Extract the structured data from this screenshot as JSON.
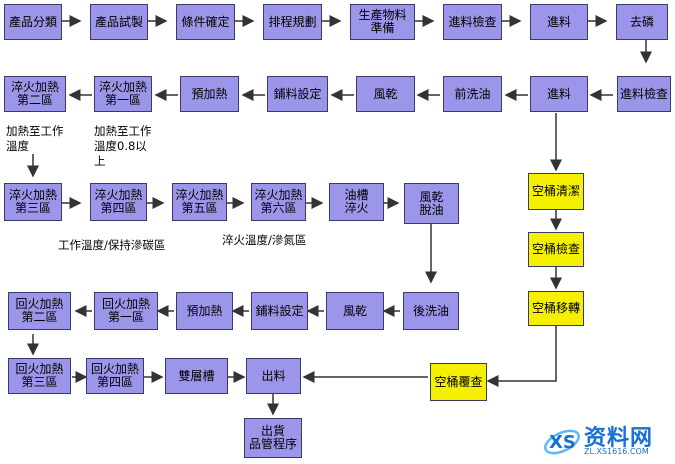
{
  "steps": {
    "s1": "產品分類",
    "s2": "產品試製",
    "s3": "條件確定",
    "s4": "排程規劃",
    "s5": "生產物料\n準備",
    "s6": "進料檢查",
    "s7": "進料",
    "s8": "去磷",
    "s9": "進料檢查",
    "s10": "進料",
    "s11": "前洗油",
    "s12": "風乾",
    "s13": "鋪料設定",
    "s14": "預加熱",
    "s15": "淬火加熱\n第一區",
    "s16": "淬火加熱\n第二區",
    "s17": "淬火加熱\n第三區",
    "s18": "淬火加熱\n第四區",
    "s19": "淬火加熱\n第五區",
    "s20": "淬火加熱\n第六區",
    "s21": "油槽\n淬火",
    "s22": "風乾\n脫油",
    "s23": "後洗油",
    "s24": "風乾",
    "s25": "鋪料設定",
    "s26": "預加熱",
    "s27": "回火加熱\n第一區",
    "s28": "回火加熱\n第二區",
    "s29": "回火加熱\n第三區",
    "s30": "回火加熱\n第四區",
    "s31": "雙層槽",
    "s32": "出料",
    "s33": "出貨\n品管程序"
  },
  "bins": {
    "b1": "空桶清潔",
    "b2": "空桶檢查",
    "b3": "空桶移轉",
    "b4": "空桶覆查"
  },
  "notes": {
    "n1": "加熱至工作\n溫度",
    "n2": "加熱至工作\n溫度0.8以\n上",
    "n3": "工作溫度/保持滲碳區",
    "n4": "淬火溫度/滲氮區"
  },
  "watermark": {
    "text": "资料网",
    "url": "ZL.XS1616.COM"
  },
  "colors": {
    "process": "#9b96ea",
    "bin": "#f4f000",
    "arrow": "#333333"
  }
}
